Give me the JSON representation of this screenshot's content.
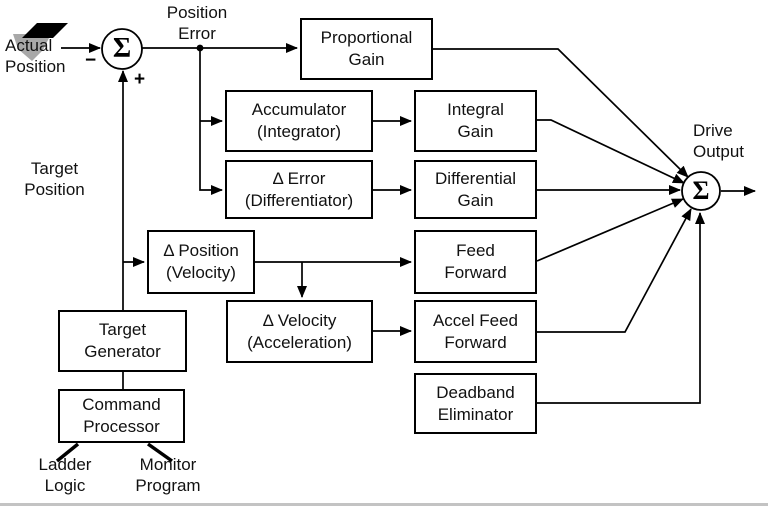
{
  "diagram": {
    "title_hint": "Servo loop block diagram",
    "labels": {
      "actual_position": "Actual\nPosition",
      "position_error": "Position\nError",
      "target_position": "Target\nPosition",
      "drive_output": "Drive\nOutput",
      "ladder_logic": "Ladder\nLogic",
      "monitor_program": "Monitor\nProgram"
    },
    "symbols": {
      "sum": "Σ",
      "plus": "+",
      "minus": "−"
    },
    "blocks": {
      "proportional_gain": "Proportional\nGain",
      "accumulator": "Accumulator\n(Integrator)",
      "integral_gain": "Integral\nGain",
      "delta_error": "Δ Error\n(Differentiator)",
      "differential_gain": "Differential\nGain",
      "delta_position": "Δ Position\n(Velocity)",
      "feed_forward": "Feed\nForward",
      "delta_velocity": "Δ Velocity\n(Acceleration)",
      "accel_feed_forward": "Accel Feed\nForward",
      "deadband_eliminator": "Deadband\nEliminator",
      "target_generator": "Target\nGenerator",
      "command_processor": "Command\nProcessor"
    },
    "colors": {
      "line": "#000000",
      "background": "#ffffff",
      "cursor_black": "#000000",
      "cursor_gray": "#a8a8a8",
      "bottom_border": "#c3c3c3"
    }
  }
}
